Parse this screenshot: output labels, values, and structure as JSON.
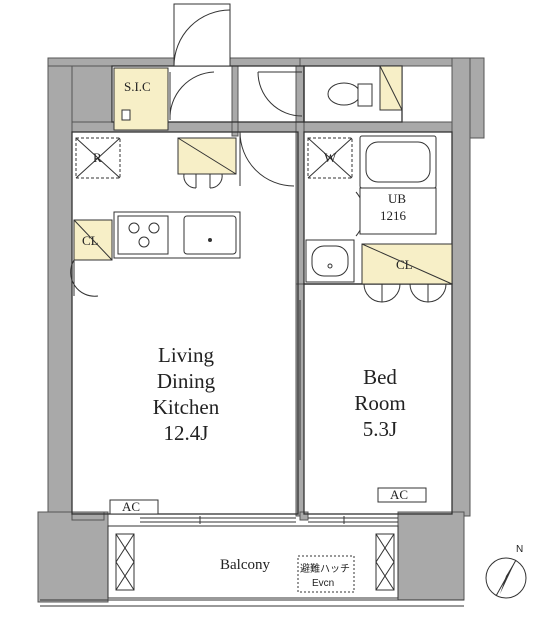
{
  "rooms": {
    "ldk": {
      "line1": "Living",
      "line2": "Dining",
      "line3": "Kitchen",
      "size": "12.4J"
    },
    "bedroom": {
      "line1": "Bed",
      "line2": "Room",
      "size": "5.3J"
    }
  },
  "labels": {
    "sic": "S.I.C",
    "refrigerator": "R",
    "washer": "W",
    "closet_ldk": "CL",
    "closet_bed": "CL",
    "unit_bath_line1": "UB",
    "unit_bath_line2": "1216",
    "ac_ldk": "AC",
    "ac_bed": "AC",
    "balcony": "Balcony",
    "hatch_jp": "避難ハッチ",
    "hatch_en": "Evcn",
    "north": "N"
  },
  "colors": {
    "wall": "#a9a9a9",
    "storage": "#f7efc7",
    "line": "#333333"
  }
}
